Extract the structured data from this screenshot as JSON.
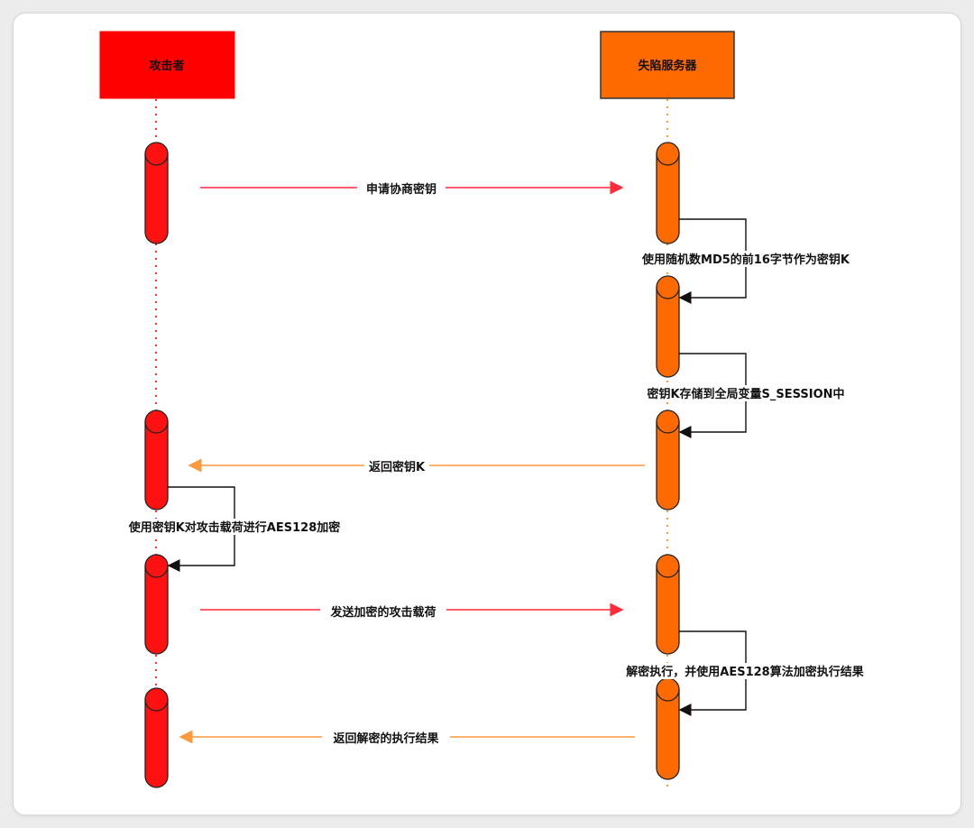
{
  "diagram": {
    "actors": {
      "attacker": {
        "label": "攻击者",
        "color": "#ff0000"
      },
      "server": {
        "label": "失陷服务器",
        "color": "#ff6a00"
      }
    },
    "messages": {
      "m1": "申请协商密钥",
      "m2": "使用随机数MD5的前16字节作为密钥K",
      "m3": "密钥K存储到全局变量S_SESSION中",
      "m4": "返回密钥K",
      "m5": "使用密钥K对攻击载荷进行AES128加密",
      "m6": "发送加密的攻击载荷",
      "m7": "解密执行，并使用AES128算法加密执行结果",
      "m8": "返回解密的执行结果"
    },
    "colors": {
      "request_arrow": "#ff2a3a",
      "response_arrow": "#ff9a3c",
      "self_arrow": "#111111"
    }
  }
}
